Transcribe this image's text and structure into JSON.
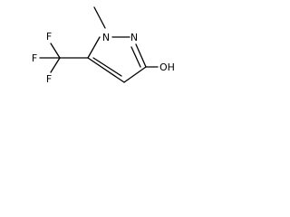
{
  "molecule": {
    "atom_labels": {
      "methyl_n": "N",
      "ring_n": "N",
      "hydroxyl": "OH",
      "fluorine_top": "F",
      "fluorine_left": "F",
      "fluorine_bottom": "F"
    },
    "colors": {
      "stroke": "#000000",
      "background": "#ffffff"
    }
  }
}
